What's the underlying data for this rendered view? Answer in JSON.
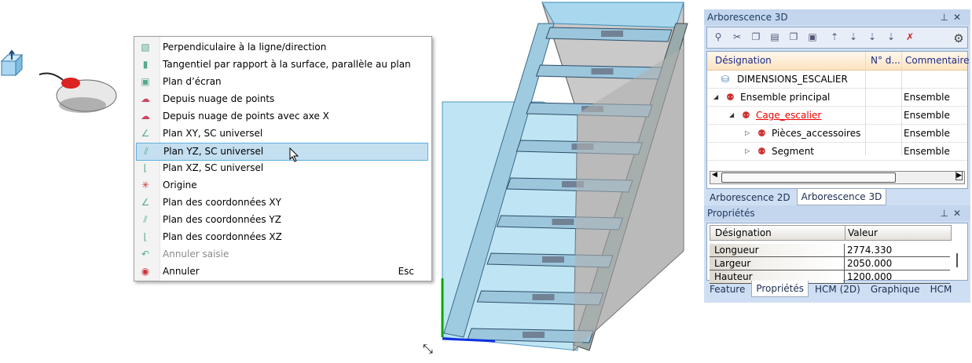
{
  "menu": {
    "items": [
      {
        "label": "Perpendiculaire à la ligne/direction",
        "icon": "plane-perpendicular-icon"
      },
      {
        "label": "Tangentiel par rapport à la surface, parallèle au plan",
        "icon": "cylinder-tangent-icon"
      },
      {
        "label": "Plan d’écran",
        "icon": "screen-plane-icon"
      },
      {
        "label": "Depuis nuage de points",
        "icon": "point-cloud-icon"
      },
      {
        "label": "Depuis nuage de points avec axe X",
        "icon": "point-cloud-axis-icon"
      },
      {
        "label": "Plan XY, SC universel",
        "icon": "plane-xy-icon"
      },
      {
        "label": "Plan YZ, SC universel",
        "icon": "plane-yz-icon",
        "selected": true
      },
      {
        "label": "Plan XZ, SC universel",
        "icon": "plane-xz-icon"
      },
      {
        "label": "Origine",
        "icon": "origin-icon"
      },
      {
        "label": "Plan des coordonnées XY",
        "icon": "coord-xy-icon"
      },
      {
        "label": "Plan des coordonnées YZ",
        "icon": "coord-yz-icon"
      },
      {
        "label": "Plan des coordonnées XZ",
        "icon": "coord-xz-icon"
      },
      {
        "label": "Annuler saisie",
        "icon": "undo-input-icon",
        "disabled": true
      },
      {
        "label": "Annuler",
        "icon": "cancel-icon",
        "shortcut": "Esc"
      }
    ]
  },
  "tree_panel": {
    "title": "Arborescence 3D",
    "columns": [
      "Désignation",
      "N° d...",
      "Commentaire"
    ],
    "rows": [
      {
        "name": "DIMENSIONS_ESCALIER",
        "comment": ""
      },
      {
        "name": "Ensemble principal",
        "comment": "Ensemble"
      },
      {
        "name": "Cage_escalier",
        "comment": "Ensemble"
      },
      {
        "name": "Pièces_accessoires",
        "comment": "Ensemble"
      },
      {
        "name": "Segment",
        "comment": "Ensemble"
      }
    ],
    "tabs": [
      "Arborescence 2D",
      "Arborescence 3D"
    ]
  },
  "props_panel": {
    "title": "Propriétés",
    "columns": [
      "Désignation",
      "Valeur"
    ],
    "rows": [
      {
        "k": "Longueur",
        "v": "2774.330"
      },
      {
        "k": "Largeur",
        "v": "2050.000"
      },
      {
        "k": "Hauteur",
        "v": "1200.000"
      }
    ],
    "tabs": [
      "Feature",
      "Propriétés",
      "HCM (2D)",
      "Graphique",
      "HCM"
    ]
  },
  "colors": {
    "accent": "#5fb0e0",
    "highlight": "#e00000"
  }
}
